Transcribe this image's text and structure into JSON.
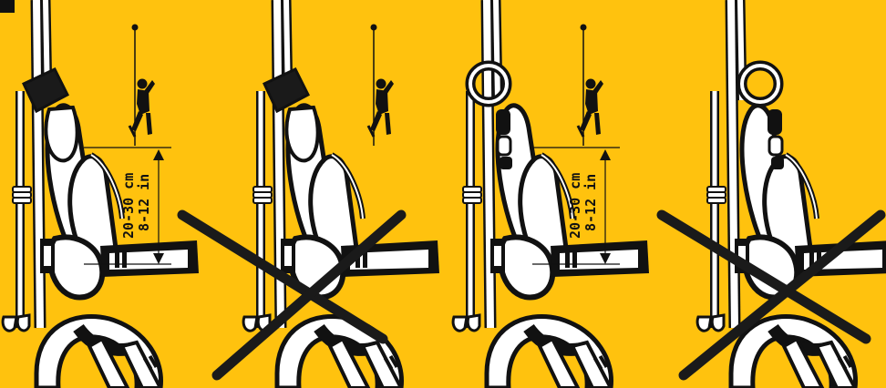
{
  "colors": {
    "background": "#FFC20E",
    "ink": "#111111",
    "rope": "#FFFFFF",
    "forbidden_cross": "#1A1A1A"
  },
  "panels": [
    {
      "id": "panel-1",
      "status": "correct",
      "descender_device": "rope-clamp",
      "dimension": {
        "metric": "20-30 cm",
        "imperial": "8-12 in"
      }
    },
    {
      "id": "panel-2",
      "status": "incorrect",
      "descender_device": "rope-clamp"
    },
    {
      "id": "panel-3",
      "status": "correct",
      "descender_device": "knot-and-swivel",
      "dimension": {
        "metric": "20-30 cm",
        "imperial": "8-12 in"
      }
    },
    {
      "id": "panel-4",
      "status": "incorrect",
      "descender_device": "knot-and-swivel"
    }
  ],
  "icons": {
    "corner_mark": "corner-square-icon",
    "climber": "climber-on-rope-icon",
    "forbidden": "forbidden-cross-icon"
  }
}
